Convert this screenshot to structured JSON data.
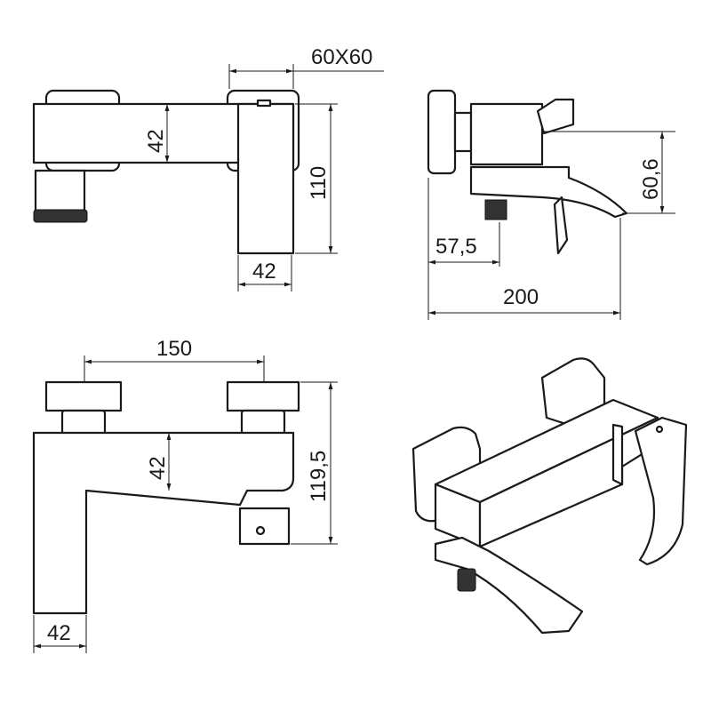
{
  "front_view": {
    "dim_square": "60X60",
    "dim_body_height": "42",
    "dim_total_height": "110",
    "dim_spout_width": "42"
  },
  "side_view": {
    "dim_lever_height": "60,6",
    "dim_outlet_offset": "57,5",
    "dim_total_depth": "200"
  },
  "top_view": {
    "dim_centers": "150",
    "dim_body_height": "42",
    "dim_total_height": "119,5",
    "dim_spout_width": "42"
  },
  "colors": {
    "line": "#1a1a1a",
    "background": "#ffffff"
  }
}
